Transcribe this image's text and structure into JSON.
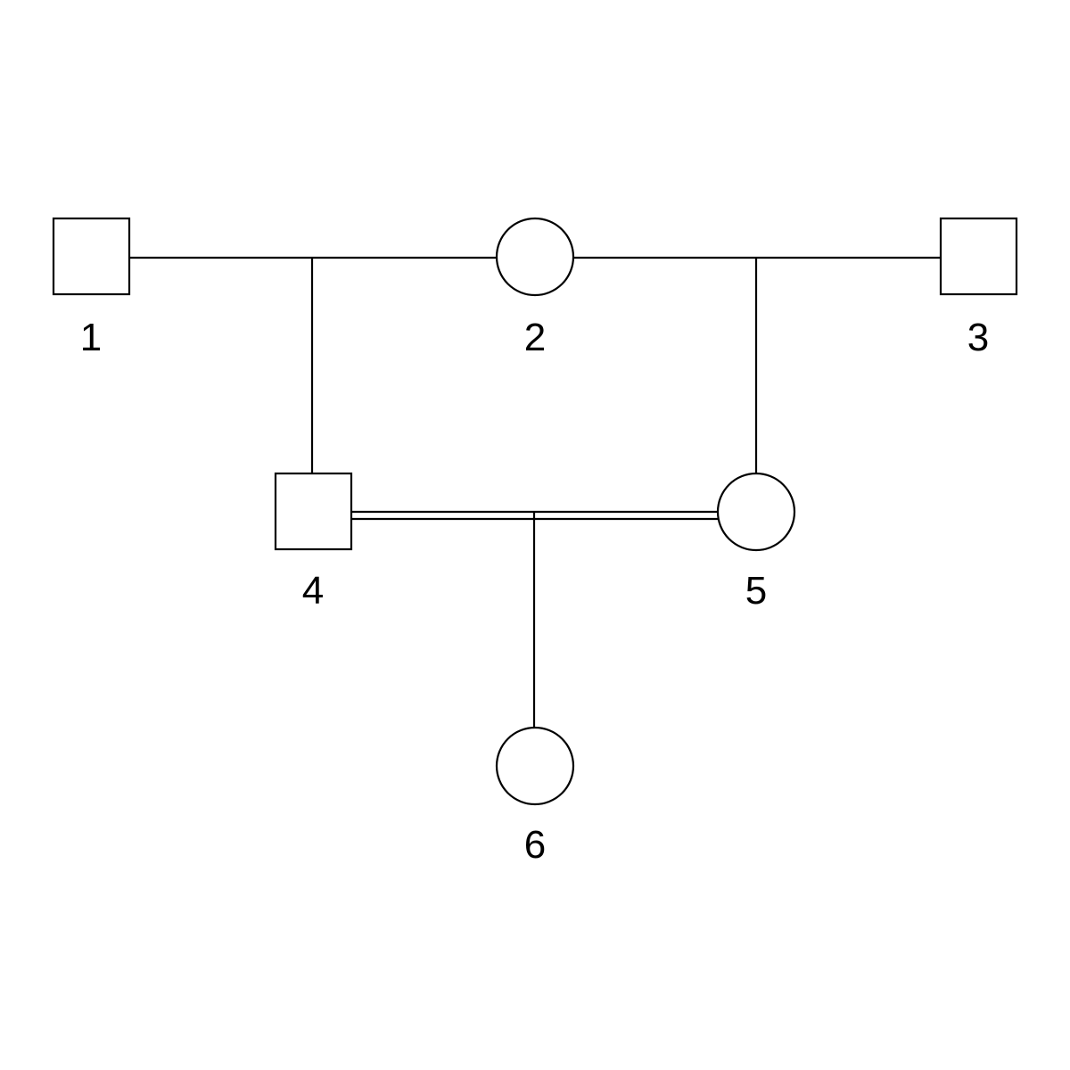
{
  "diagram_type": "pedigree",
  "individuals": [
    {
      "id": "1",
      "label": "1",
      "sex": "male"
    },
    {
      "id": "2",
      "label": "2",
      "sex": "female"
    },
    {
      "id": "3",
      "label": "3",
      "sex": "male"
    },
    {
      "id": "4",
      "label": "4",
      "sex": "male"
    },
    {
      "id": "5",
      "label": "5",
      "sex": "female"
    },
    {
      "id": "6",
      "label": "6",
      "sex": "female"
    }
  ],
  "relationships": [
    {
      "partners": [
        "1",
        "2"
      ],
      "children": [
        "4"
      ],
      "consanguineous": false
    },
    {
      "partners": [
        "2",
        "3"
      ],
      "children": [
        "5"
      ],
      "consanguineous": false
    },
    {
      "partners": [
        "4",
        "5"
      ],
      "children": [
        "6"
      ],
      "consanguineous": true
    }
  ],
  "colors": {
    "stroke": "#000000",
    "background": "#ffffff"
  }
}
